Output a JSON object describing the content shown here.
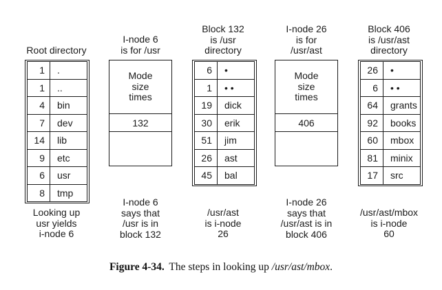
{
  "diagram": {
    "columns": [
      {
        "type": "directory-table",
        "header": "Root directory",
        "footer": "Looking up\nusr yields\ni-node 6",
        "rows": [
          {
            "inode": "1",
            "name": "."
          },
          {
            "inode": "1",
            "name": ".."
          },
          {
            "inode": "4",
            "name": "bin"
          },
          {
            "inode": "7",
            "name": "dev"
          },
          {
            "inode": "14",
            "name": "lib"
          },
          {
            "inode": "9",
            "name": "etc"
          },
          {
            "inode": "6",
            "name": "usr"
          },
          {
            "inode": "8",
            "name": "tmp"
          }
        ]
      },
      {
        "type": "inode-box",
        "header": "I-node 6\nis for /usr",
        "attributes": "Mode\nsize\ntimes",
        "block_number": "132",
        "footer": "I-node 6\nsays that\n/usr is in\nblock 132"
      },
      {
        "type": "directory-table",
        "header": "Block 132\nis /usr\ndirectory",
        "footer": "/usr/ast\nis i-node\n26",
        "rows": [
          {
            "inode": "6",
            "name": "•"
          },
          {
            "inode": "1",
            "name": "• •"
          },
          {
            "inode": "19",
            "name": "dick"
          },
          {
            "inode": "30",
            "name": "erik"
          },
          {
            "inode": "51",
            "name": "jim"
          },
          {
            "inode": "26",
            "name": "ast"
          },
          {
            "inode": "45",
            "name": "bal"
          }
        ]
      },
      {
        "type": "inode-box",
        "header": "I-node 26\nis for\n/usr/ast",
        "attributes": "Mode\nsize\ntimes",
        "block_number": "406",
        "footer": "I-node 26\nsays that\n/usr/ast is in\nblock 406"
      },
      {
        "type": "directory-table",
        "header": "Block 406\nis /usr/ast\ndirectory",
        "footer": "/usr/ast/mbox\nis i-node\n60",
        "rows": [
          {
            "inode": "26",
            "name": "•"
          },
          {
            "inode": "6",
            "name": "• •"
          },
          {
            "inode": "64",
            "name": "grants"
          },
          {
            "inode": "92",
            "name": "books"
          },
          {
            "inode": "60",
            "name": "mbox"
          },
          {
            "inode": "81",
            "name": "minix"
          },
          {
            "inode": "17",
            "name": "src"
          }
        ]
      }
    ],
    "caption": {
      "label": "Figure 4-34.",
      "text": "The steps in looking up",
      "path": "/usr/ast/mbox",
      "period": "."
    }
  }
}
